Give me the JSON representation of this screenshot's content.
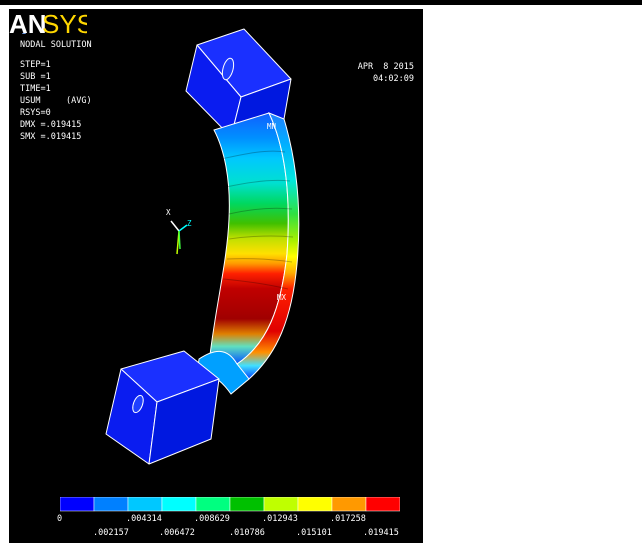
{
  "window_number": "1",
  "solution": {
    "title": "NODAL SOLUTION",
    "lines": [
      "STEP=1",
      "SUB =1",
      "TIME=1",
      "USUM     (AVG)",
      "RSYS=0",
      "DMX =.019415",
      "SMX =.019415"
    ]
  },
  "brand": {
    "logo_a": "AN",
    "logo_b": "SYS"
  },
  "date": "APR  8 2015",
  "time": "04:02:09",
  "markers": {
    "min": "MN",
    "max": "MX"
  },
  "triad": {
    "x": "X",
    "z": "Z"
  },
  "legend": {
    "colors": [
      "#0000ff",
      "#0080ff",
      "#00c8ff",
      "#00ffff",
      "#00ff80",
      "#00c000",
      "#bfff00",
      "#ffff00",
      "#ff9900",
      "#ff0000"
    ],
    "labels_top": [
      "0",
      ".004314",
      ".008629",
      ".012943",
      ".017258"
    ],
    "labels_bottom": [
      ".002157",
      ".006472",
      ".010786",
      ".015101",
      ".019415"
    ]
  }
}
